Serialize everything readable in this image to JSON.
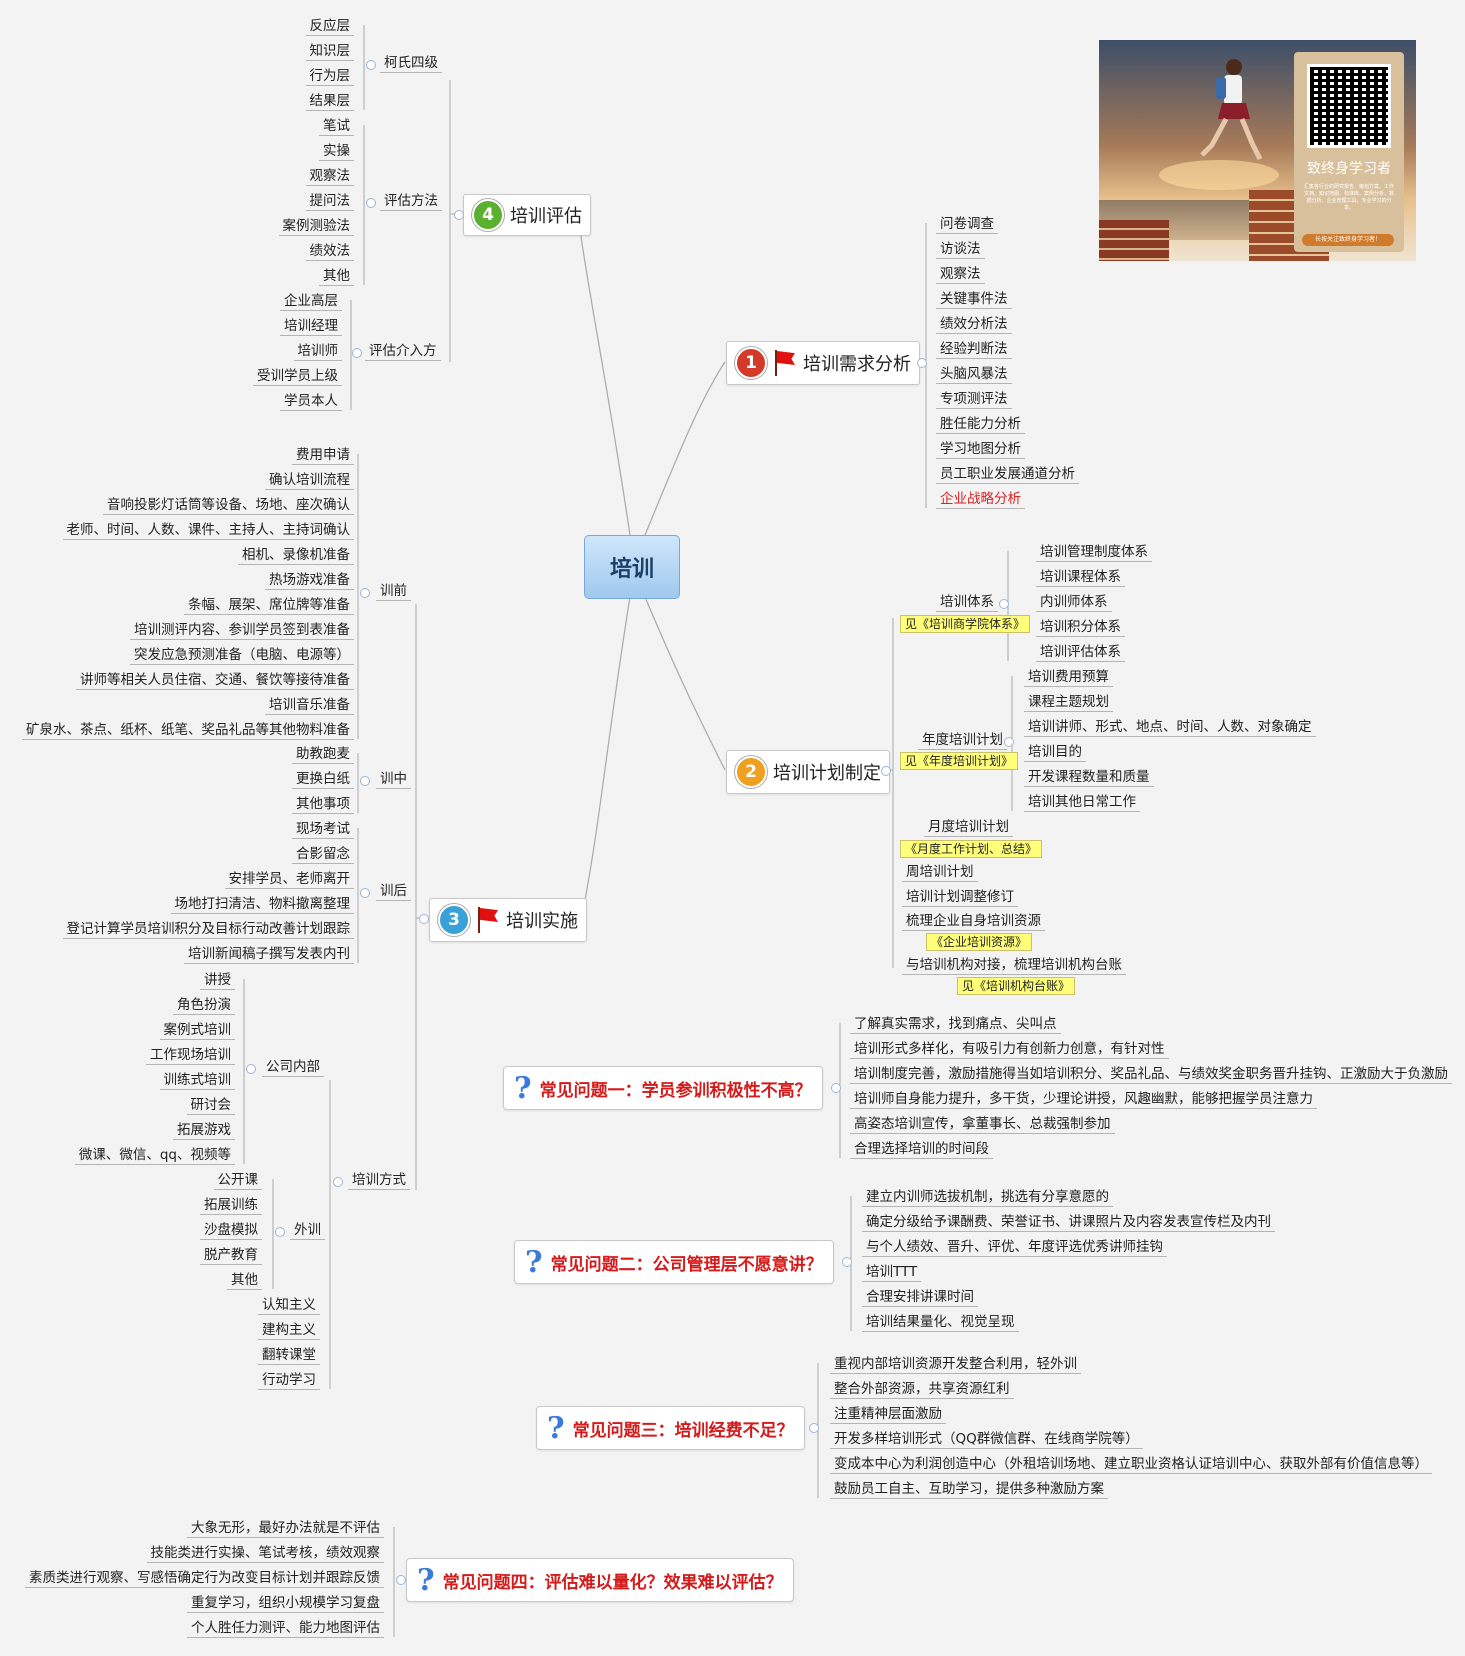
{
  "center": "培训",
  "need_analysis": {
    "title": "培训需求分析",
    "items": [
      "问卷调查",
      "访谈法",
      "观察法",
      "关键事件法",
      "绩效分析法",
      "经验判断法",
      "头脑风暴法",
      "专项测评法",
      "胜任能力分析",
      "学习地图分析",
      "员工职业发展通道分析",
      "企业战略分析"
    ]
  },
  "plan": {
    "title": "培训计划制定",
    "system": {
      "label": "培训体系",
      "note": "见《培训商学院体系》",
      "items": [
        "培训管理制度体系",
        "培训课程体系",
        "内训师体系",
        "培训积分体系",
        "培训评估体系"
      ]
    },
    "annual": {
      "label": "年度培训计划",
      "note": "见《年度培训计划》",
      "items": [
        "培训费用预算",
        "课程主题规划",
        "培训讲师、形式、地点、时间、人数、对象确定",
        "培训目的",
        "开发课程数量和质量",
        "培训其他日常工作"
      ]
    },
    "monthly": {
      "label": "月度培训计划",
      "note": "《月度工作计划、总结》"
    },
    "weekly": "周培训计划",
    "adjust": "培训计划调整修订",
    "resources": {
      "label": "梳理企业自身培训资源",
      "note": "《企业培训资源》"
    },
    "agency": {
      "label": "与培训机构对接，梳理培训机构台账",
      "note": "见《培训机构台账》"
    }
  },
  "implement": {
    "title": "培训实施",
    "before": {
      "label": "训前",
      "items": [
        "费用申请",
        "确认培训流程",
        "音响投影灯话筒等设备、场地、座次确认",
        "老师、时间、人数、课件、主持人、主持词确认",
        "相机、录像机准备",
        "热场游戏准备",
        "条幅、展架、席位牌等准备",
        "培训测评内容、参训学员签到表准备",
        "突发应急预测准备（电脑、电源等）",
        "讲师等相关人员住宿、交通、餐饮等接待准备",
        "培训音乐准备",
        "矿泉水、茶点、纸杯、纸笔、奖品礼品等其他物料准备"
      ]
    },
    "during": {
      "label": "训中",
      "items": [
        "助教跑麦",
        "更换白纸",
        "其他事项"
      ]
    },
    "after": {
      "label": "训后",
      "items": [
        "现场考试",
        "合影留念",
        "安排学员、老师离开",
        "场地打扫清洁、物料撤离整理",
        "登记计算学员培训积分及目标行动改善计划跟踪",
        "培训新闻稿子撰写发表内刊"
      ]
    },
    "methods": {
      "label": "培训方式",
      "internal": {
        "label": "公司内部",
        "items": [
          "讲授",
          "角色扮演",
          "案例式培训",
          "工作现场培训",
          "训练式培训",
          "研讨会",
          "拓展游戏",
          "微课、微信、qq、视频等"
        ]
      },
      "external": {
        "label": "外训",
        "items": [
          "公开课",
          "拓展训练",
          "沙盘模拟",
          "脱产教育",
          "其他"
        ]
      },
      "others": [
        "认知主义",
        "建构主义",
        "翻转课堂",
        "行动学习"
      ]
    }
  },
  "evaluation": {
    "title": "培训评估",
    "kirk": {
      "label": "柯氏四级",
      "items": [
        "反应层",
        "知识层",
        "行为层",
        "结果层"
      ]
    },
    "methods": {
      "label": "评估方法",
      "items": [
        "笔试",
        "实操",
        "观察法",
        "提问法",
        "案例测验法",
        "绩效法",
        "其他"
      ]
    },
    "who": {
      "label": "评估介入方",
      "items": [
        "企业高层",
        "培训经理",
        "培训师",
        "受训学员上级",
        "学员本人"
      ]
    }
  },
  "faq": [
    {
      "title": "常见问题一：学员参训积极性不高？",
      "items": [
        "了解真实需求，找到痛点、尖叫点",
        "培训形式多样化，有吸引力有创新力创意，有针对性",
        "培训制度完善，激励措施得当如培训积分、奖品礼品、与绩效奖金职务晋升挂钩、正激励大于负激励",
        "培训师自身能力提升，多干货，少理论讲授，风趣幽默，能够把握学员注意力",
        "高姿态培训宣传，拿董事长、总裁强制参加",
        "合理选择培训的时间段"
      ]
    },
    {
      "title": "常见问题二：公司管理层不愿意讲？",
      "items": [
        "建立内训师选拔机制，挑选有分享意愿的",
        "确定分级给予课酬费、荣誉证书、讲课照片及内容发表宣传栏及内刊",
        "与个人绩效、晋升、评优、年度评选优秀讲师挂钩",
        "培训TTT",
        "合理安排讲课时间",
        "培训结果量化、视觉呈现"
      ]
    },
    {
      "title": "常见问题三：培训经费不足？",
      "items": [
        "重视内部培训资源开发整合利用，轻外训",
        "整合外部资源，共享资源红利",
        "注重精神层面激励",
        "开发多样培训形式（QQ群微信群、在线商学院等）",
        "变成本中心为利润创造中心（外租培训场地、建立职业资格认证培训中心、获取外部有价值信息等）",
        "鼓励员工自主、互助学习，提供多种激励方案"
      ]
    },
    {
      "title": "常见问题四：评估难以量化？效果难以评估？",
      "items": [
        "大象无形，最好办法就是不评估",
        "技能类进行实操、笔试考核，绩效观察",
        "素质类进行观察、写感悟确定行为改变目标计划并跟踪反馈",
        "重复学习，组织小规模学习复盘",
        "个人胜任力测评、能力地图评估"
      ]
    }
  ],
  "ad": {
    "card_title": "致终身学习者",
    "card_text": "汇集各行业的研究报告、策划方案、工作文档、知识地图、标准库、案例分析、数据分析、企业管理工具，专业学习的分享。",
    "tagline": "长按关注致终身学习者！"
  },
  "colors": {
    "line": "#a9a9a9",
    "accent_red": "#d41a1a",
    "badge1": "#d43a2a",
    "badge2": "#f0a020",
    "badge3": "#3aa0d8",
    "badge4": "#5cb030"
  }
}
